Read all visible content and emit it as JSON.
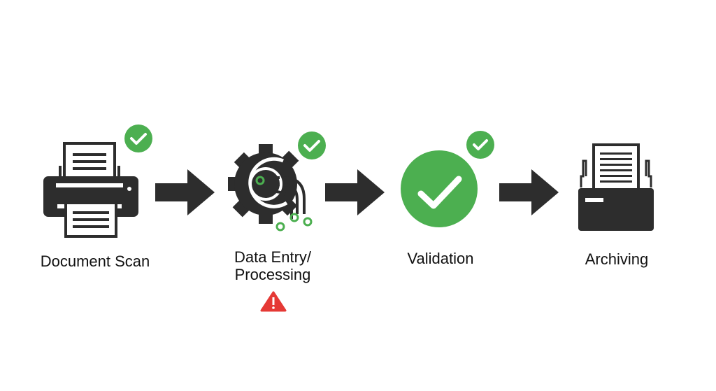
{
  "steps": [
    {
      "label": "Document Scan",
      "icon": "printer-scanner-icon",
      "status": "complete"
    },
    {
      "label_line1": "Data Entry/",
      "label_line2": "Processing",
      "icon": "gear-circuit-icon",
      "status": "complete",
      "warning": "warning-icon"
    },
    {
      "label": "Validation",
      "icon": "checkmark-circle-icon",
      "status": "complete"
    },
    {
      "label": "Archiving",
      "icon": "file-box-icon"
    }
  ],
  "colors": {
    "green": "#4caf50",
    "dark": "#2d2d2d",
    "warning": "#e53935"
  }
}
